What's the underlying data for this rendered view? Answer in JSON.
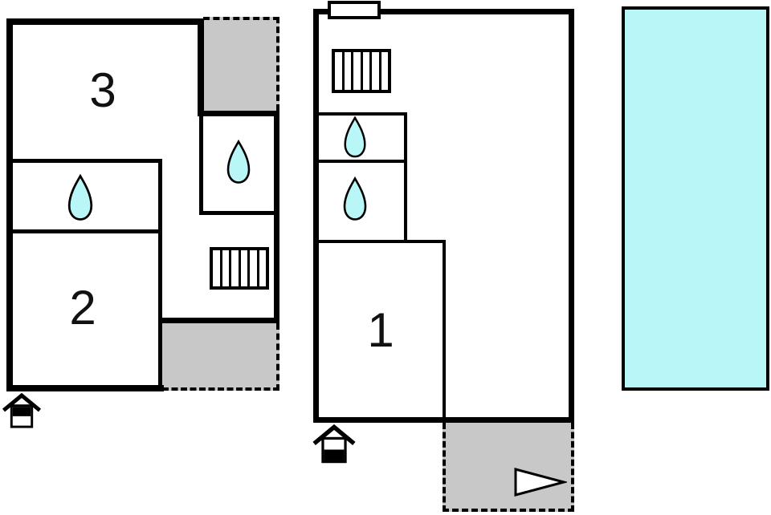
{
  "rooms": {
    "room_1": "1",
    "room_2": "2",
    "room_3": "3"
  },
  "colors": {
    "water": "#b8f6f8",
    "terrace": "#c8c8c8",
    "line": "#000000",
    "background": "#ffffff"
  },
  "icons": {
    "water_drop": "water-drop",
    "stairs": "stairs",
    "entrance": "house-entrance",
    "direction_arrow": "triangle-arrow-right",
    "chimney": "chimney-vent",
    "pool": "swimming-pool"
  },
  "stairs": {
    "steps_per_flight": 6
  }
}
